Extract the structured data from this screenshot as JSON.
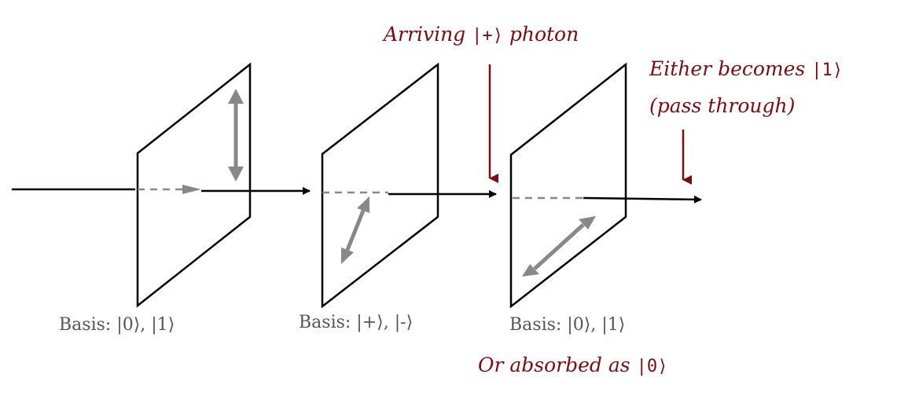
{
  "colors": {
    "annotation": "#7a0c12",
    "beam": "#000000",
    "axis": "#888888",
    "label": "#555555"
  },
  "annotations": {
    "arriving_prefix": "Arriving",
    "arriving_ket": "|+⟩",
    "arriving_suffix": "photon",
    "either_prefix": "Either becomes",
    "either_ket": "|1⟩",
    "pass_through": "(pass through)",
    "absorbed_prefix": "Or absorbed as",
    "absorbed_ket": "|0⟩"
  },
  "filters": [
    {
      "basis_label": "Basis: |0⟩, |1⟩",
      "axis": "vertical"
    },
    {
      "basis_label": "Basis: |+⟩, |-⟩",
      "axis": "diagonal"
    },
    {
      "basis_label": "Basis: |0⟩, |1⟩",
      "axis": "shallow-diagonal"
    }
  ]
}
